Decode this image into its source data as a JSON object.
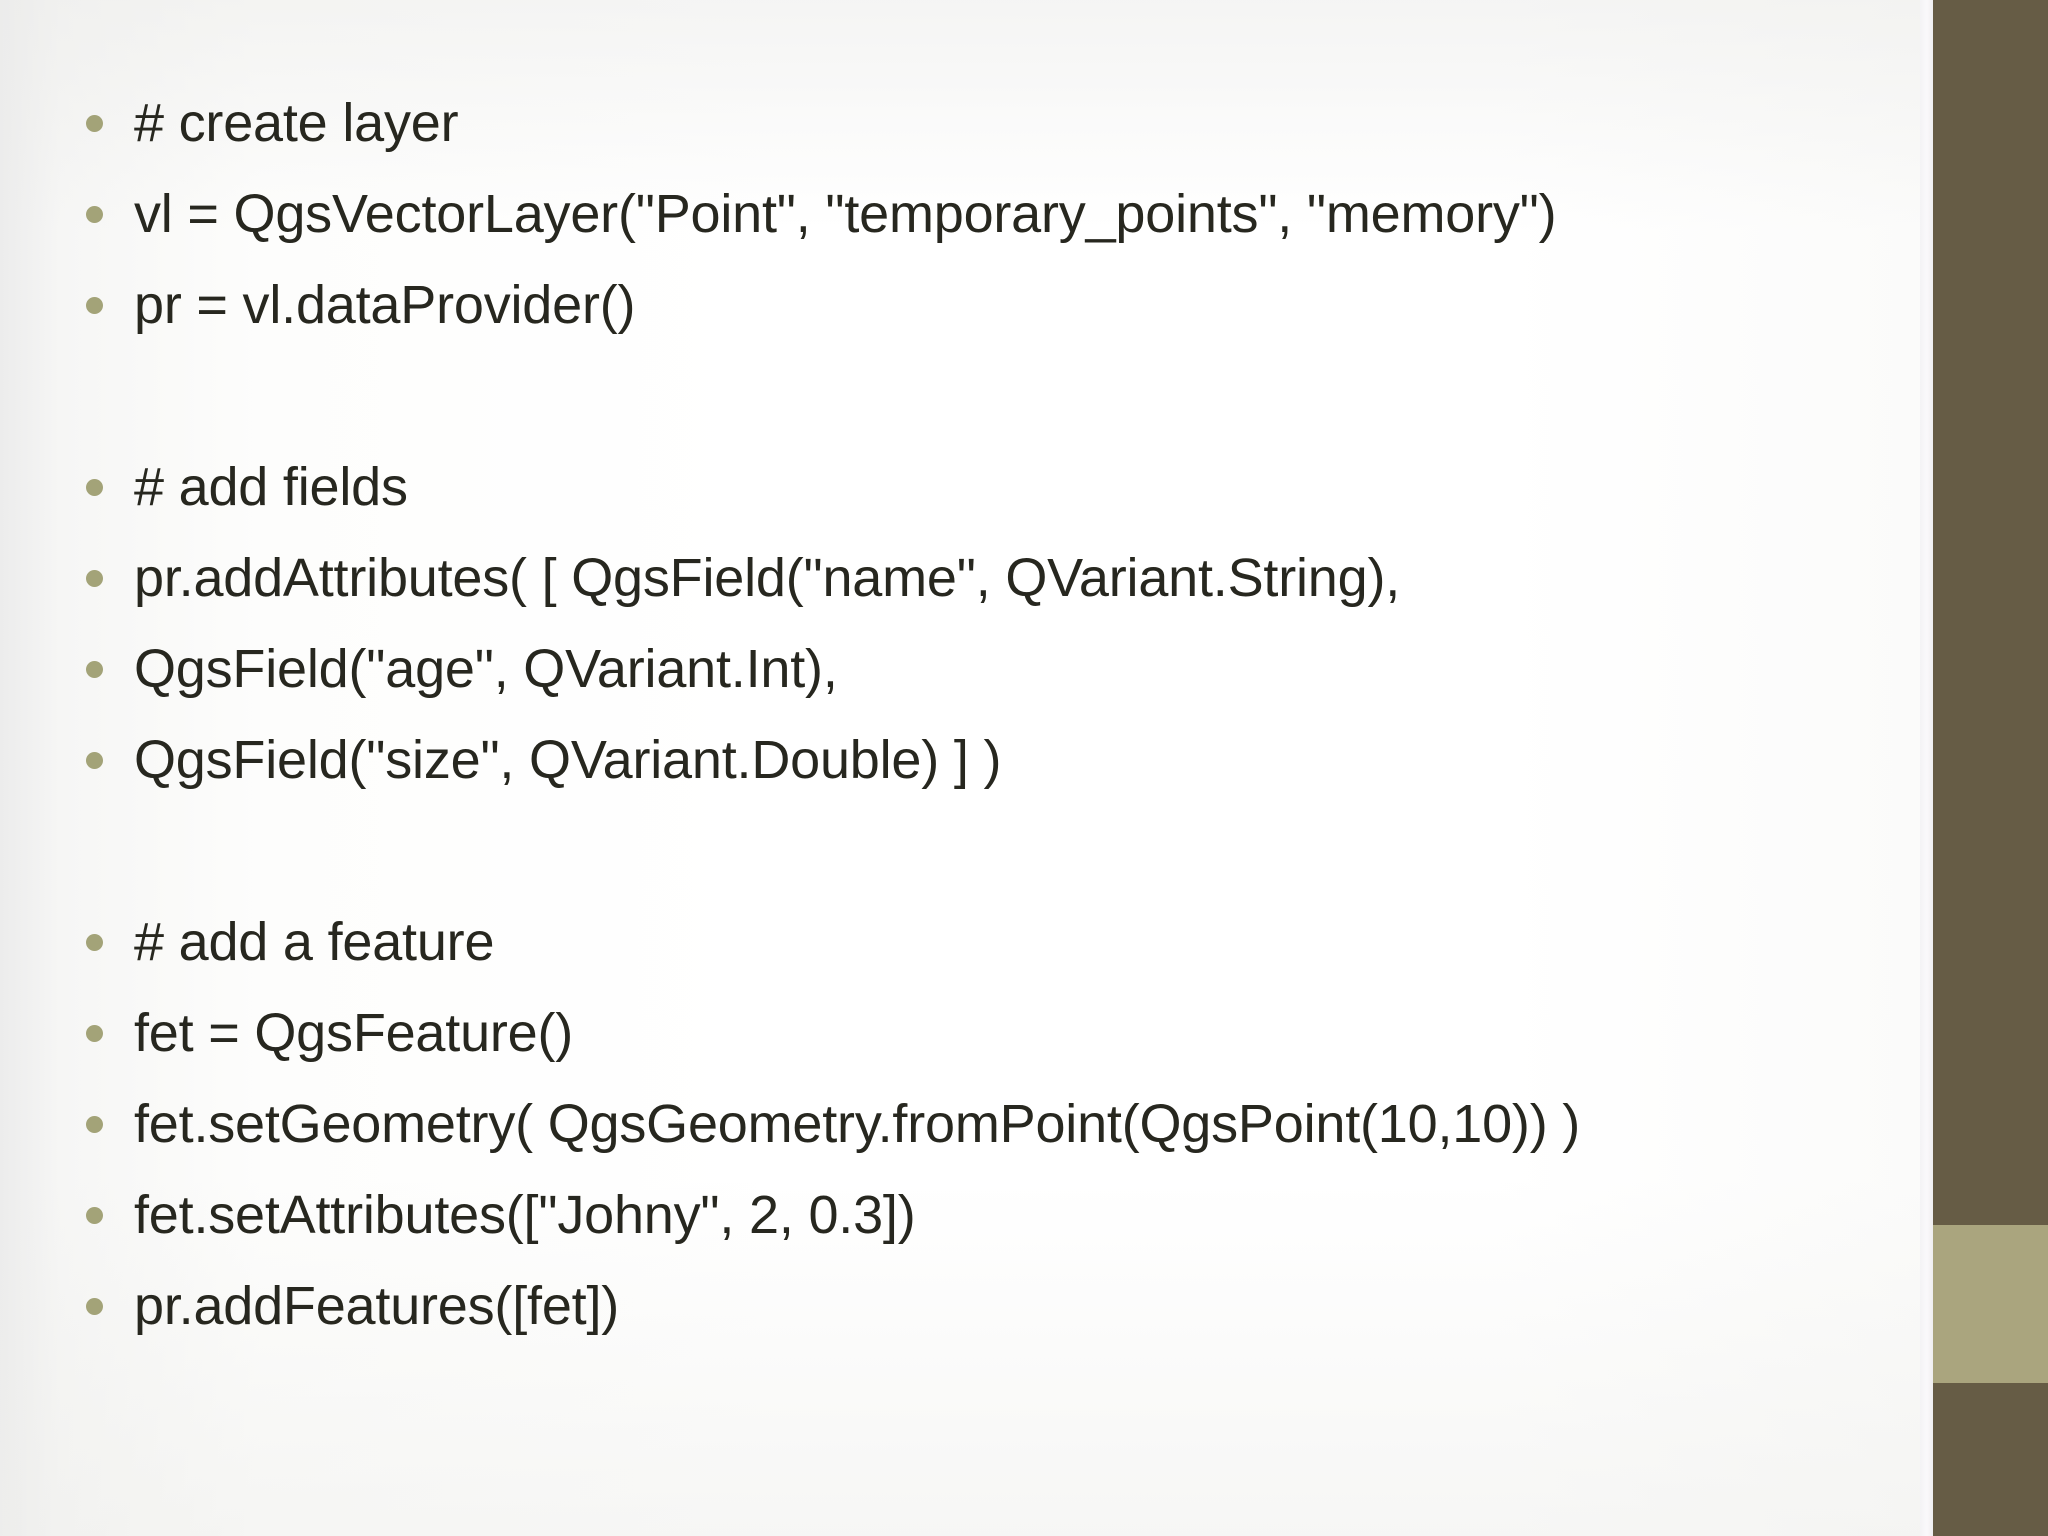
{
  "slide": {
    "title": "QGIS PyQGIS memory layer code listing",
    "background_color": "#ffffff",
    "bullet_color": "#a3a378",
    "text_color": "#27271f"
  },
  "sidebar": {
    "name": "right-decorative-sidebar",
    "bands": [
      {
        "name": "band-top",
        "color": "#665c45"
      },
      {
        "name": "band-accent",
        "color": "#aaa57e"
      },
      {
        "name": "band-bottom",
        "color": "#665c45"
      }
    ]
  },
  "content": {
    "bullets": [
      {
        "text": "# create layer",
        "blank": false
      },
      {
        "text": "vl = QgsVectorLayer(\"Point\", \"temporary_points\", \"memory\")",
        "blank": false
      },
      {
        "text": "pr = vl.dataProvider()",
        "blank": false
      },
      {
        "text": "",
        "blank": true
      },
      {
        "text": "# add fields",
        "blank": false
      },
      {
        "text": "pr.addAttributes( [ QgsField(\"name\", QVariant.String),",
        "blank": false
      },
      {
        "text": "QgsField(\"age\", QVariant.Int),",
        "blank": false
      },
      {
        "text": "QgsField(\"size\", QVariant.Double) ] )",
        "blank": false
      },
      {
        "text": "",
        "blank": true
      },
      {
        "text": "# add a feature",
        "blank": false
      },
      {
        "text": "fet = QgsFeature()",
        "blank": false
      },
      {
        "text": "fet.setGeometry( QgsGeometry.fromPoint(QgsPoint(10,10)) )",
        "blank": false
      },
      {
        "text": "fet.setAttributes([\"Johny\", 2, 0.3])",
        "blank": false
      },
      {
        "text": "pr.addFeatures([fet])",
        "blank": false
      }
    ]
  }
}
